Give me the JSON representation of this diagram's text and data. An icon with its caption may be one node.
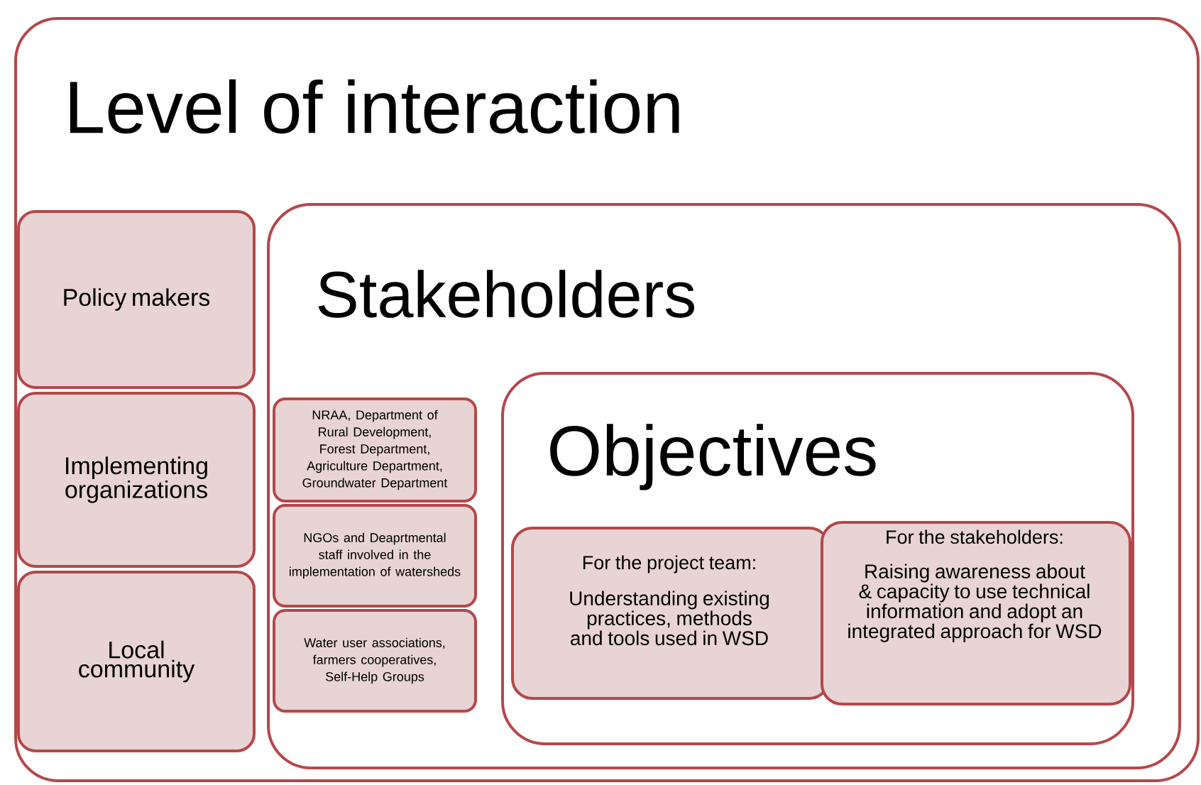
{
  "diagram": {
    "nodes": [
      {
        "text": [
          "Level of interaction"
        ]
      },
      {
        "text": [
          "Policy makers"
        ],
        "in": 0
      },
      {
        "text": [
          "Implementing organizations"
        ],
        "in": 0
      },
      {
        "text": [
          "Local community"
        ],
        "in": 0
      },
      {
        "text": [
          "Stakeholders"
        ],
        "in": 0
      },
      {
        "text": [
          "NRAA, Department of Rural Development, Forest Department, Agriculture Department, Groundwater Department"
        ],
        "in": 4
      },
      {
        "text": [
          "NGOs and Deaprtmental staff involved in the implementation of watersheds"
        ],
        "in": 4
      },
      {
        "text": [
          "Water user associations, farmers cooperatives, Self-Help Groups"
        ],
        "in": 4
      },
      {
        "text": [
          "Objectives"
        ],
        "in": 4
      },
      {
        "text": [
          "For the project team:",
          "Understanding existing practices, methods and tools used in WSD"
        ],
        "in": 8
      },
      {
        "text": [
          "For the stakeholders:",
          "Raising awareness about & capacity to use technical information and adopt an integrated approach for WSD"
        ],
        "in": 8
      }
    ]
  }
}
